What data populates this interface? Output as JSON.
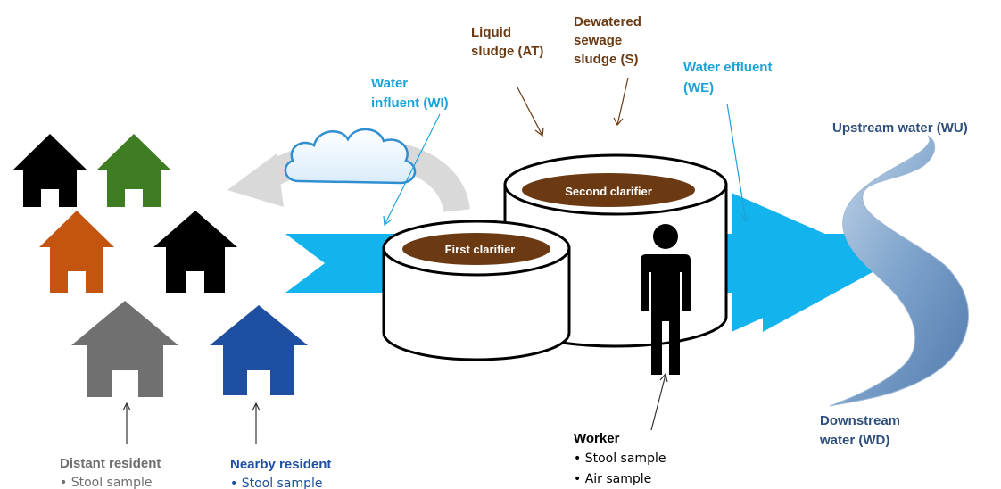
{
  "labels": {
    "liquid_sludge": [
      "Liquid",
      "sludge (AT)"
    ],
    "dewatered_sludge": [
      "Dewatered",
      "sewage",
      "sludge (S)"
    ],
    "water_influent": [
      "Water",
      "influent (WI)"
    ],
    "water_effluent": [
      "Water effluent",
      "(WE)"
    ],
    "upstream_water": "Upstream water (WU)",
    "downstream_water": [
      "Downstream",
      "water (WD)"
    ],
    "first_clarifier": "First clarifier",
    "second_clarifier": "Second clarifier"
  },
  "worker": {
    "title": "Worker",
    "samples": [
      "• Stool sample",
      "• Air sample"
    ]
  },
  "distant_resident": {
    "title": "Distant resident",
    "samples": [
      "• Stool sample"
    ]
  },
  "nearby_resident": {
    "title": "Nearby resident",
    "samples": [
      "• Stool sample"
    ]
  },
  "colors": {
    "water_label": "#1aa3d9",
    "sludge_label": "#6b3a12",
    "river_label": "#2e4f7c",
    "sludge": "#6b3a12",
    "arrow_blue": "#13b3ee",
    "nearby_blue": "#1f4fa0",
    "distant_gray": "#6e6e6e",
    "house_black": "#000000",
    "house_green": "#3f7d23",
    "house_orange": "#c45510",
    "house_gray": "#707070",
    "house_blue": "#1f4fa0"
  }
}
